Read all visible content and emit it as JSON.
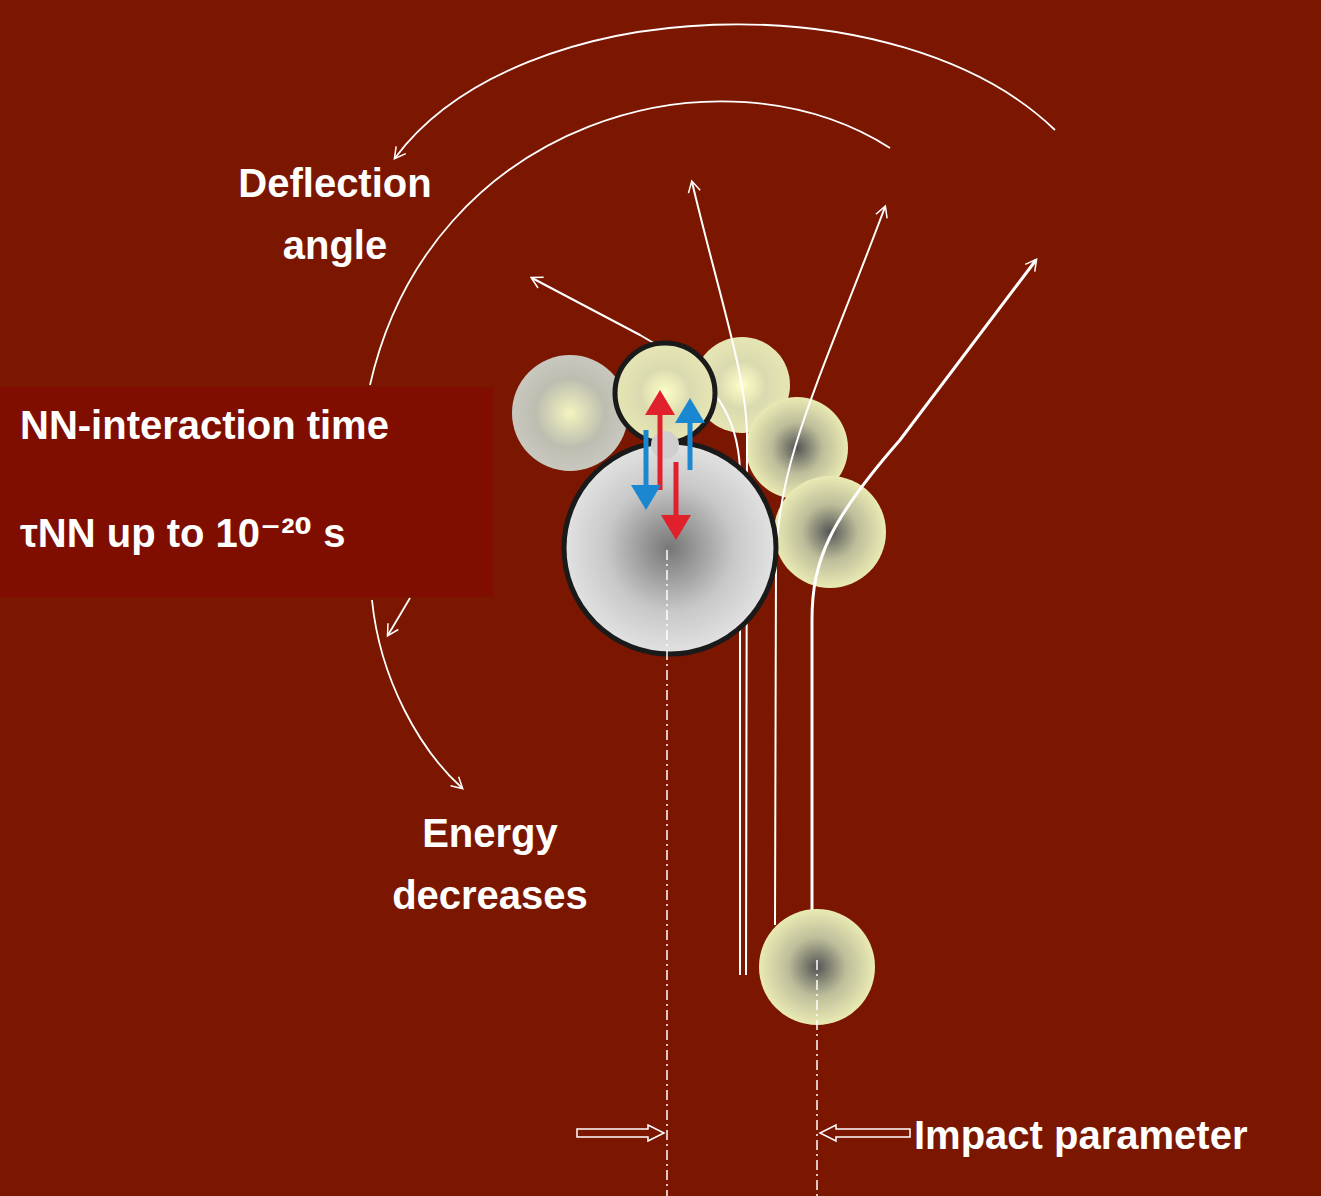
{
  "diagram": {
    "nodes": [
      {
        "text": [
          "NN-interaction time",
          "τNN up to 10⁻²⁰ s"
        ]
      }
    ],
    "labels": [
      "Deflection angle",
      "Energy decreases",
      "Impact parameter"
    ]
  }
}
